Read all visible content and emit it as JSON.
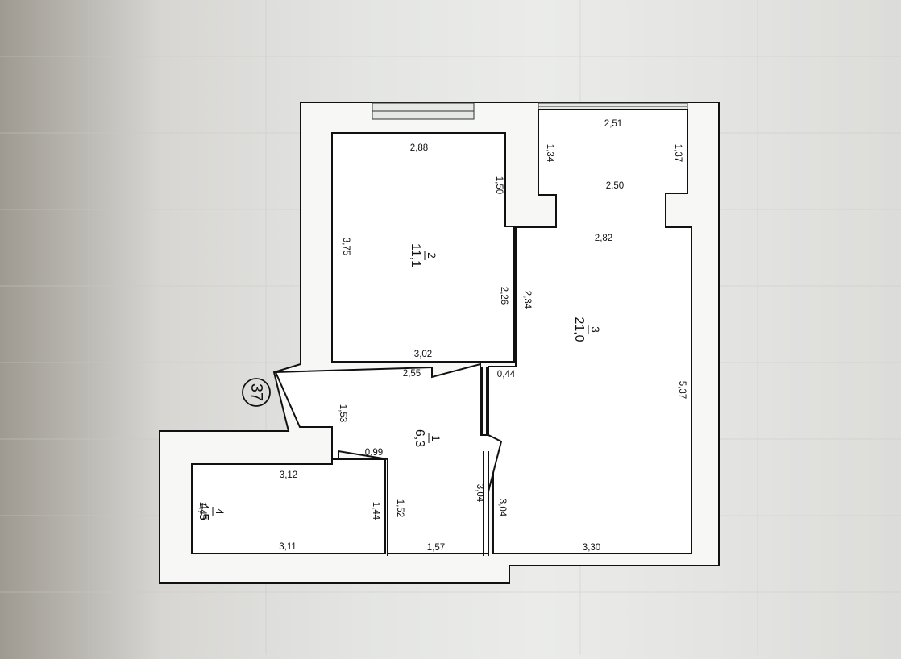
{
  "plan": {
    "apartment_number": "37",
    "rooms": [
      {
        "number": "1",
        "area": "6,3"
      },
      {
        "number": "2",
        "area": "11,1"
      },
      {
        "number": "3",
        "area": "21,0"
      },
      {
        "number": "4",
        "area": "4,5"
      }
    ],
    "dimensions": [
      "2,88",
      "1,50",
      "3,75",
      "2,26",
      "3,02",
      "2,55",
      "2,51",
      "1,34",
      "1,37",
      "2,50",
      "2,82",
      "2,34",
      "0,44",
      "5,37",
      "3,30",
      "3,04",
      "3,04",
      "1,53",
      "0,99",
      "3,12",
      "1,45",
      "1,44",
      "1,52",
      "3,11",
      "1,57"
    ]
  },
  "colors": {
    "wall": "#111111",
    "wall_fill": "#f7f7f5",
    "paper": "#ebecea"
  }
}
